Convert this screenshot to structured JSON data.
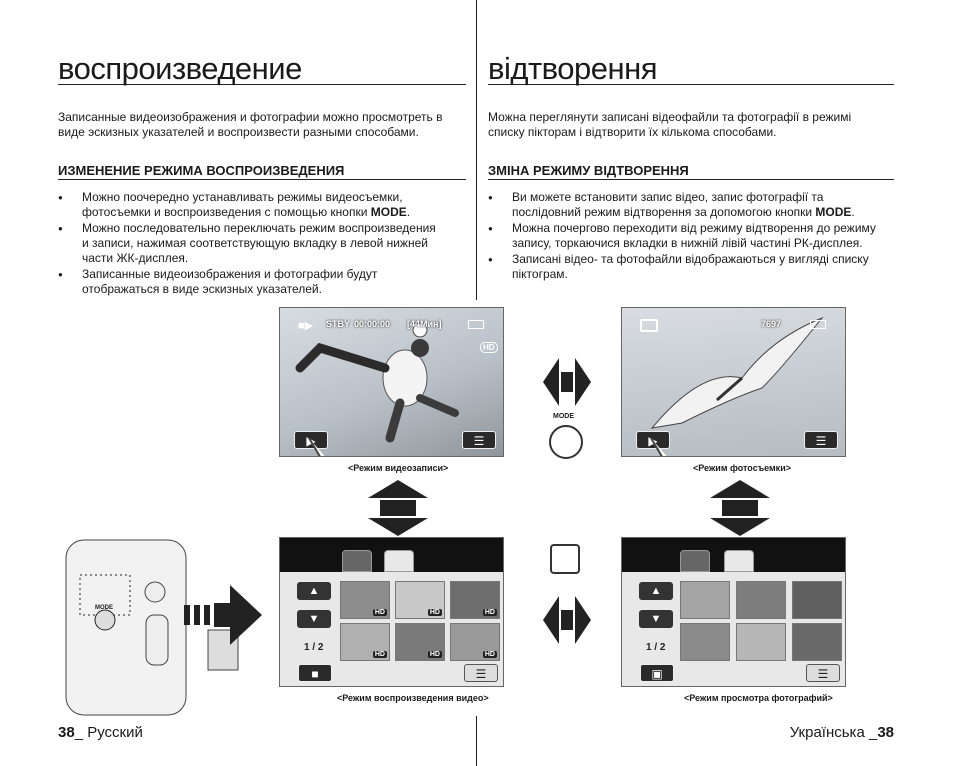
{
  "left": {
    "title": "воспроизведение",
    "intro_line1": "Записанные видеоизображения и фотографии можно просмотреть в",
    "intro_line2": "виде эскизных указателей и воспроизвести разными способами.",
    "section_heading": "ИЗМЕНЕНИЕ РЕЖИМА ВОСПРОИЗВЕДЕНИЯ",
    "bullets": [
      {
        "line1": "Можно поочередно устанавливать режимы видеосъемки,",
        "line2_pre": "фотосъемки и воспроизведения с помощью кнопки ",
        "bold": "MODE",
        "line2_post": "."
      },
      {
        "line1": "Можно последовательно переключать режим воспроизведения",
        "line2": "и записи, нажимая соответствующую вкладку в левой нижней",
        "line3": "части ЖК-дисплея."
      },
      {
        "line1": "Записанные видеоизображения и фотографии будут",
        "line2": "отображаться в виде эскизных указателей."
      }
    ]
  },
  "right": {
    "title": "відтворення",
    "intro_line1": "Можна переглянути записані відеофайли та фотографії в режимі",
    "intro_line2": "списку пікторам і відтворити їх кількома способами.",
    "section_heading": "ЗМІНА РЕЖИМУ ВІДТВОРЕННЯ",
    "bullets": [
      {
        "line1": "Ви можете встановити запис відео, запис фотографії та",
        "line2_pre": "послідовний режим відтворення за допомогою кнопки ",
        "bold": "MODE",
        "line2_post": "."
      },
      {
        "line1": "Можна почергово переходити від режиму відтворення до режиму",
        "line2": "запису, торкаючися вкладки в нижній лівій частині РК-дисплея."
      },
      {
        "line1": "Записані відео- та фотофайли відображаються у вигляді списку",
        "line2": "піктограм."
      }
    ]
  },
  "screens": {
    "video": {
      "status": "STBY",
      "time": "00:00:00",
      "remaining": "[44Мин]",
      "caption": "<Режим видеозаписи>"
    },
    "photo": {
      "count": "7697",
      "caption": "<Режим фотосъемки>"
    },
    "thumb_video": {
      "page": "1 / 2",
      "hd": "HD",
      "caption": "<Режим воспроизведения видео>"
    },
    "thumb_photo": {
      "page": "1 / 2",
      "caption": "<Режим просмотра фотографий>"
    },
    "mode_label": "MODE"
  },
  "footer": {
    "left_num": "38",
    "left_text": "_ Русский",
    "right_text": "Українська _",
    "right_num": "38"
  },
  "icons": [
    "camcorder-icon",
    "camera-icon",
    "menu-icon",
    "playback-icon",
    "up-arrow-icon",
    "down-arrow-icon",
    "double-arrow-icon",
    "hand-icon"
  ]
}
